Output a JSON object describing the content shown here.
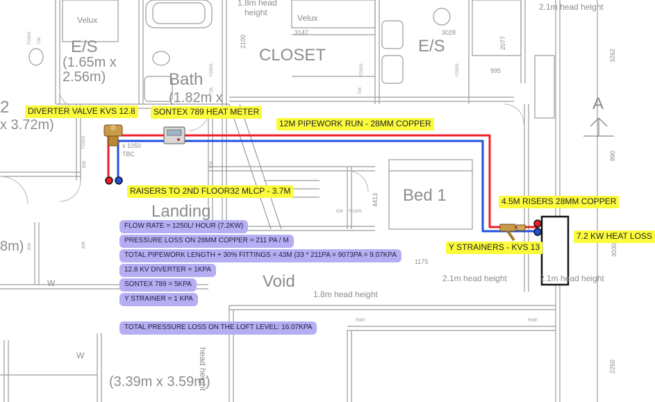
{
  "rooms": {
    "es_left": {
      "name": "E/S",
      "dims1": "(1.65m x",
      "dims2": "2.56m)"
    },
    "bath": {
      "name": "Bath",
      "dims1": "(1.82m x"
    },
    "closet": {
      "name": "CLOSET"
    },
    "es_right": {
      "name": "E/S"
    },
    "bed1": {
      "name": "Bed 1"
    },
    "landing": {
      "name": "Landing"
    },
    "void": {
      "name": "Void"
    },
    "bed2": {
      "name": "2",
      "dims": "x 3.72m)"
    },
    "left_room": {
      "dims": "8m)"
    },
    "bottom_room": {
      "dims": "(3.39m x 3.59m)"
    }
  },
  "plan_text": {
    "velux_left": "Velux",
    "velux_mid": "Velux",
    "head_top_left1": "1.8m head",
    "head_top_left2": "height",
    "head_top_right": "2.1m head height",
    "head_bed_right": "2.1m head height",
    "head_right_edge": "2.1m head height",
    "head_void": "1.8m head height",
    "head_vert": "head height",
    "north_letter": "A",
    "w1": "W",
    "w2": "W",
    "x1050": "x 1050",
    "tbc": "TBC",
    "rwp1": "RWP",
    "rwp2": "RWP",
    "n3147": "3147",
    "n3028": "3028",
    "n2100": "2100",
    "n2077": "2077",
    "n995": "995",
    "n3262": "3262",
    "n890": "890",
    "n4413": "4413",
    "n1175": "1175",
    "n2250": "2250",
    "n3030": "3030",
    "n838a": "838",
    "n838b": "838",
    "n838c": "838",
    "n838d": "838",
    "n838e": "838",
    "n726a": "726",
    "n726b": "726",
    "n726c": "726",
    "fd30a": "FD30S",
    "fd30b": "FD30S",
    "fd30c": "FD30S",
    "fd30d": "FD30S",
    "fd30e": "FD30S",
    "fd30f": "FD30S"
  },
  "labels": {
    "diverter": "DIVERTER VALVE KVS 12.8",
    "sontex": "SONTEX 789 HEAT METER",
    "pipework": "12M PIPEWORK RUN - 28MM COPPER",
    "raisers": "RAISERS TO 2ND FLOOR32 MLCP - 3.7M",
    "risers": "4.5M RISERS 28MM COPPER",
    "heat": "7.2 KW HEAT LOSS",
    "strainers": "Y STRAINERS - KVS 13"
  },
  "calc": {
    "lines": [
      "FLOW RATE = 1250L/ HOUR (7.2KW)",
      "PRESSURE LOSS ON 28MM COPPER = 211 PA / M",
      "TOTAL PIPEWORK LENGTH + 30% FITTINGS = 43M (33 * 211PA = 9073PA = 9.07KPA",
      "12.8 KV DIVERTER = 1KPA",
      "SONTEX 789 = 5KPA",
      "Y STRAINER  = 1 KPA"
    ],
    "total": "TOTAL PRESSURE LOSS ON THE LOFT LEVEL: 16.07KPA"
  },
  "colors": {
    "flow": "#ee1c25",
    "return": "#1f4fe0",
    "highlight": "#fbfb3c",
    "calc_box": "#b5aef3"
  }
}
